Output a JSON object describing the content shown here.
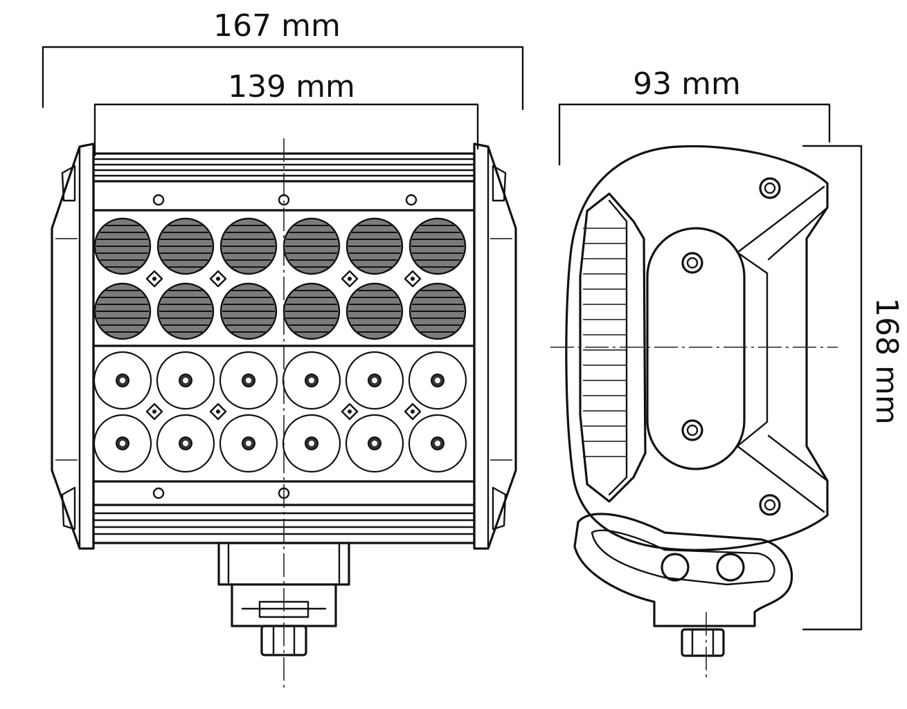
{
  "dimensions": {
    "overall_width": "167 mm",
    "inner_width": "139 mm",
    "depth": "93 mm",
    "height": "168 mm"
  },
  "front_view": {
    "spot_lens_rows": 2,
    "flood_lens_rows": 2,
    "lenses_per_row": 6
  },
  "colors": {
    "line": "#111111",
    "lens_fill": "#7b7b7b",
    "background": "#ffffff"
  }
}
